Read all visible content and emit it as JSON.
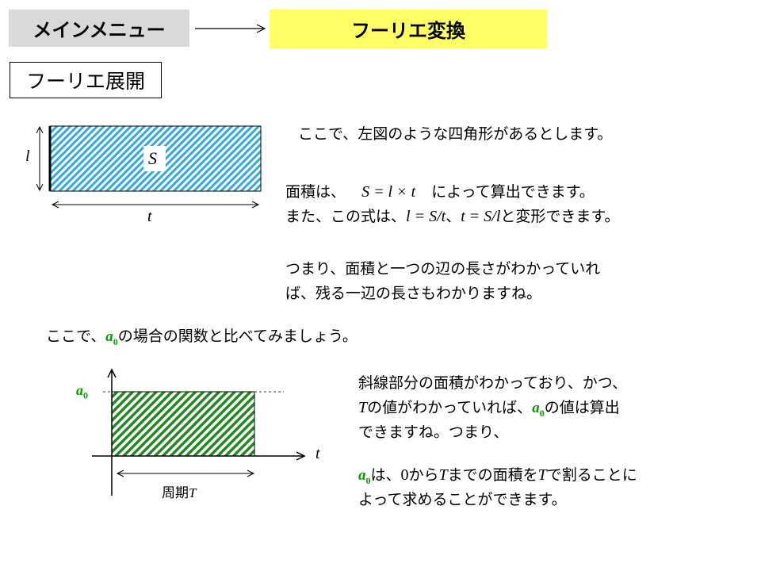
{
  "nav": {
    "main_menu": "メインメニュー",
    "fourier_transform": "フーリエ変換"
  },
  "section_title": "フーリエ展開",
  "figure1": {
    "height_label": "l",
    "width_label": "t",
    "area_label": "S",
    "fill_color": "#33aadd"
  },
  "text1": {
    "intro": "ここで、左図のような四角形があるとします。",
    "area_prefix": "面積は、",
    "area_formula": "S = l × t",
    "area_suffix": "によって算出できます。",
    "transform_prefix": "また、この式は、",
    "transform_formula_1": "l = S/t",
    "sep": "、",
    "transform_formula_2": "t = S/l",
    "transform_suffix": "と変形できます。",
    "conclusion_line1": "つまり、面積と一つの辺の長さがわかっていれ",
    "conclusion_line2": "ば、残る一辺の長さもわかりますね。"
  },
  "text2": {
    "compare_prefix": "ここで、",
    "a_letter": "a",
    "a_sub": "0",
    "compare_suffix": "の場合の関数と比べてみましょう。"
  },
  "figure2": {
    "y_label_letter": "a",
    "y_label_sub": "0",
    "x_axis_label": "t",
    "period_prefix": "周期",
    "period_var": "T",
    "fill_color": "#228822"
  },
  "text3": {
    "line1": "斜線部分の面積がわかっており、かつ、",
    "line2_var": "T",
    "line2_mid": "の値がわかっていれば、",
    "line2_a": "a",
    "line2_sub": "0",
    "line2_end": "の値は算出",
    "line3": "できますね。つまり、",
    "line4_a": "a",
    "line4_sub": "0",
    "line4_mid1": "は、",
    "line4_zero": "0",
    "line4_mid2": "から",
    "line4_var1": "T",
    "line4_mid3": "までの面積を",
    "line4_var2": "T",
    "line4_end": "で割ることに",
    "line5": "よって求めることができます。"
  }
}
